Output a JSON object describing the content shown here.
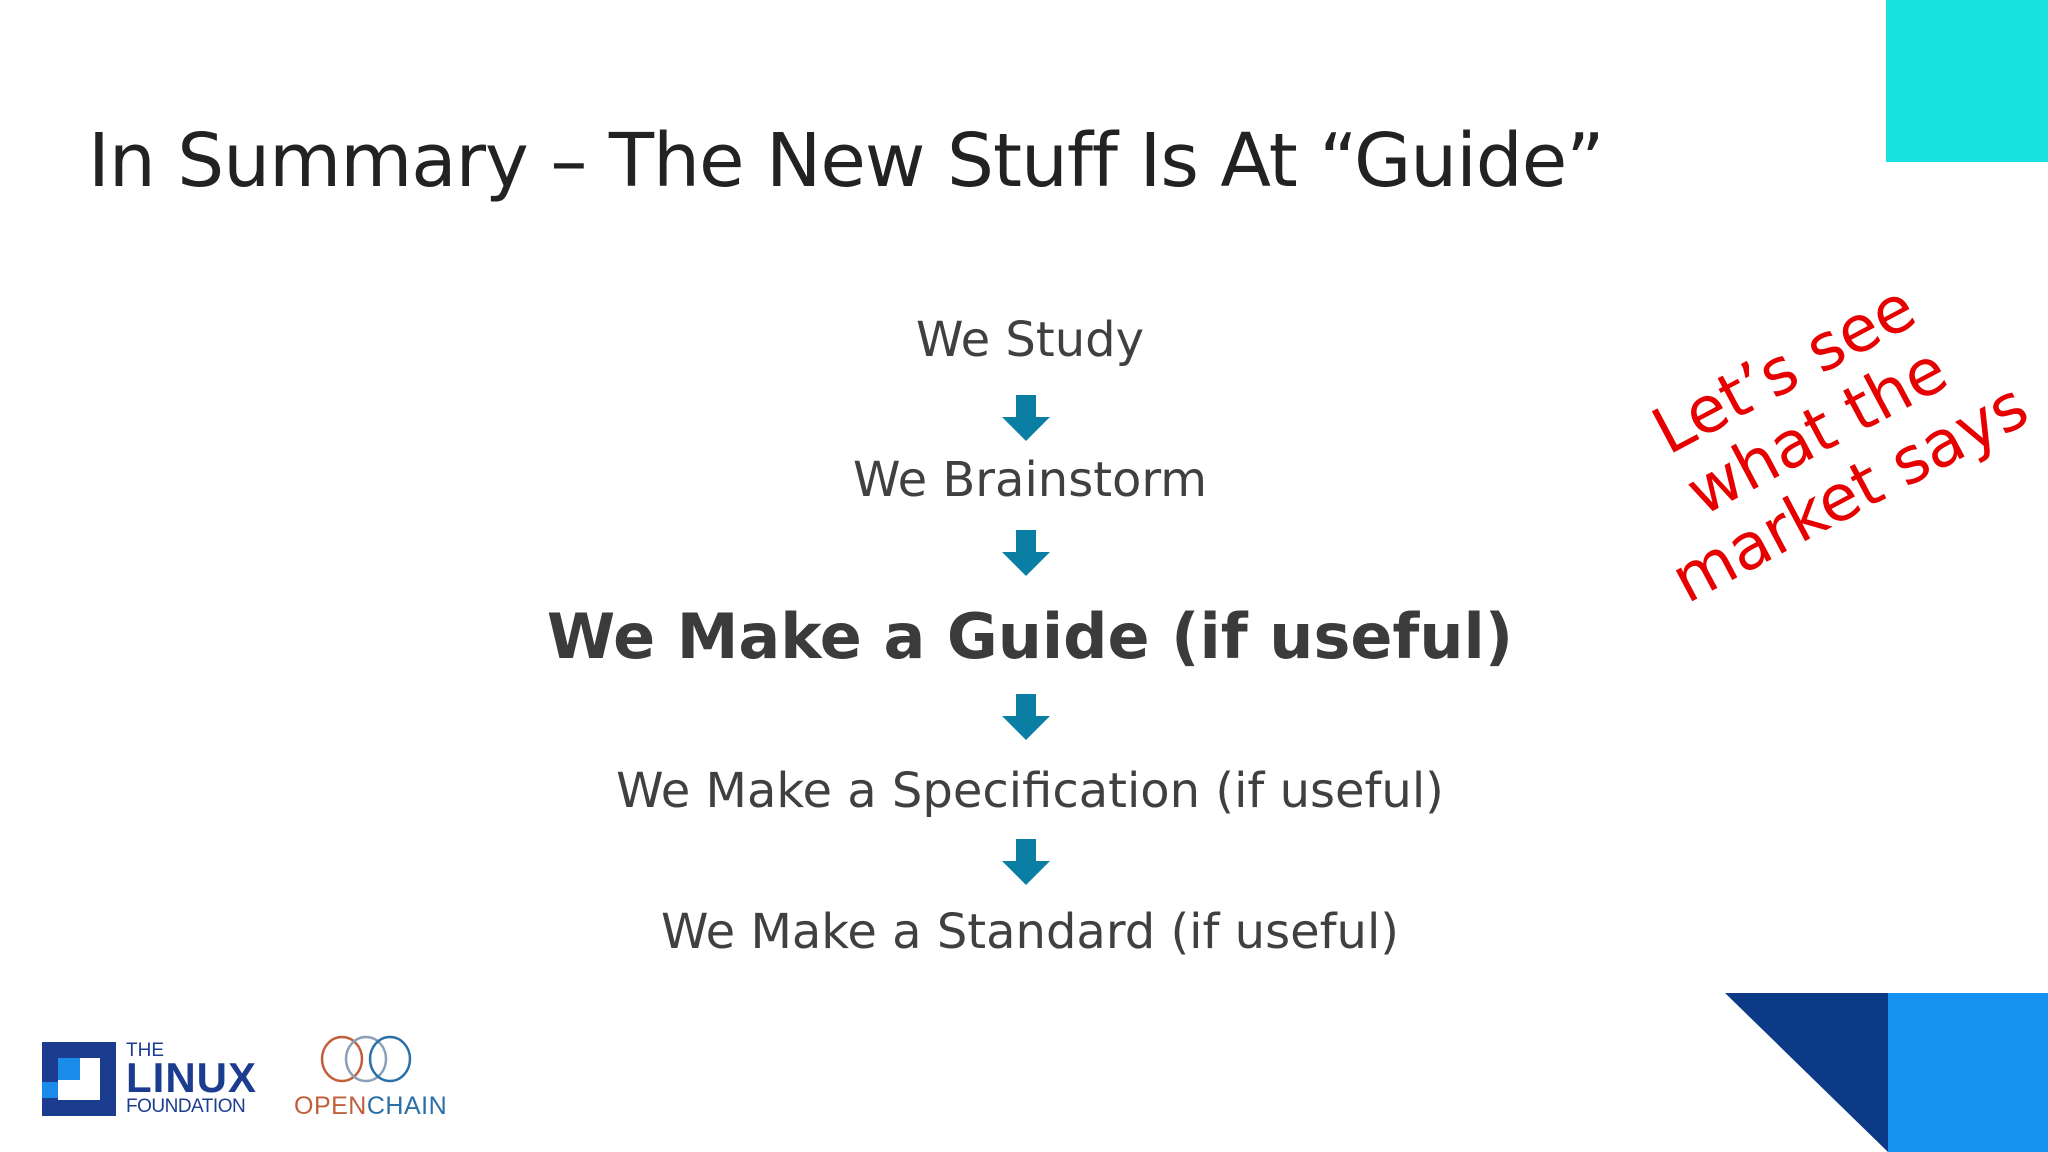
{
  "slide": {
    "title": "In Summary – The New Stuff Is At “Guide”",
    "steps": [
      {
        "label": "We Study",
        "emphasis": false
      },
      {
        "label": "We Brainstorm",
        "emphasis": false
      },
      {
        "label": "We Make a Guide (if useful)",
        "emphasis": true
      },
      {
        "label": "We Make a Specification (if useful)",
        "emphasis": false
      },
      {
        "label": "We Make a Standard (if useful)",
        "emphasis": false
      }
    ],
    "annotation": {
      "lines": [
        "Let’s see",
        "what the",
        "market says"
      ],
      "color": "#e60000"
    },
    "arrow_color": "#0a7fa3",
    "accent_colors": {
      "cyan": "#17e3e3",
      "navy": "#0c3a86",
      "blue": "#1693f2"
    }
  },
  "logos": {
    "linux_foundation": {
      "line1": "THE",
      "line2": "LINUX",
      "line3": "FOUNDATION",
      "color": "#1c3d8f"
    },
    "openchain": {
      "part1": "OPEN",
      "part2": "CHAIN"
    }
  }
}
